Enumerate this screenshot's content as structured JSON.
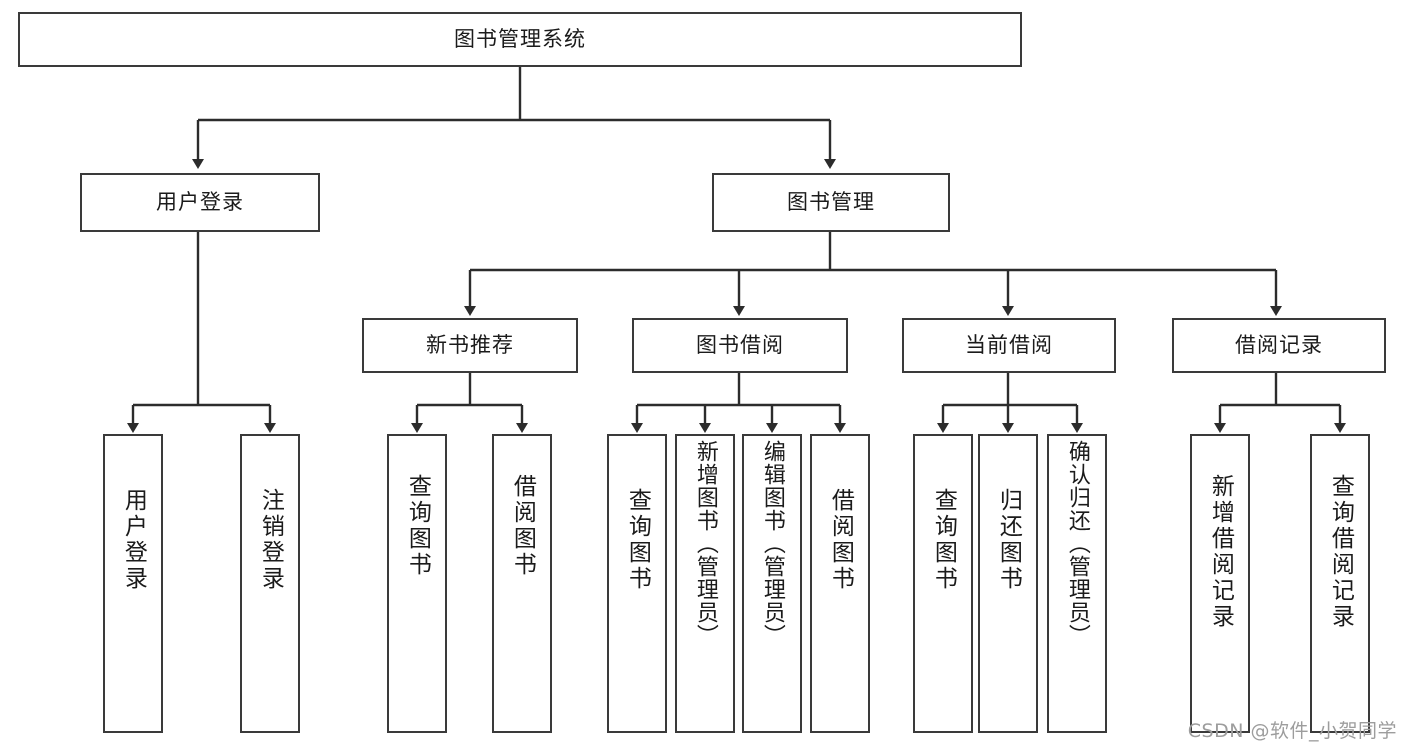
{
  "diagram": {
    "type": "tree",
    "title": "图书管理系统",
    "colors": {
      "border": "#3a3a3a",
      "background": "#ffffff",
      "text": "#1b1b1b",
      "watermark": "#9d9d9d"
    },
    "root": {
      "label": "图书管理系统"
    },
    "level1": [
      {
        "label": "用户登录"
      },
      {
        "label": "图书管理"
      }
    ],
    "level2": [
      {
        "label": "新书推荐"
      },
      {
        "label": "图书借阅"
      },
      {
        "label": "当前借阅"
      },
      {
        "label": "借阅记录"
      }
    ],
    "leaves": {
      "user_login": [
        {
          "label": "用户登录"
        },
        {
          "label": "注销登录"
        }
      ],
      "new_book_recommend": [
        {
          "label": "查询图书"
        },
        {
          "label": "借阅图书"
        }
      ],
      "book_borrow": [
        {
          "label": "查询图书"
        },
        {
          "label": "新增图书（管理员）"
        },
        {
          "label": "编辑图书（管理员）"
        },
        {
          "label": "借阅图书"
        }
      ],
      "current_borrow": [
        {
          "label": "查询图书"
        },
        {
          "label": "归还图书"
        },
        {
          "label": "确认归还（管理员）"
        }
      ],
      "borrow_record": [
        {
          "label": "新增借阅记录"
        },
        {
          "label": "查询借阅记录"
        }
      ]
    }
  },
  "watermark": {
    "text": "CSDN @软件_小贺同学"
  }
}
